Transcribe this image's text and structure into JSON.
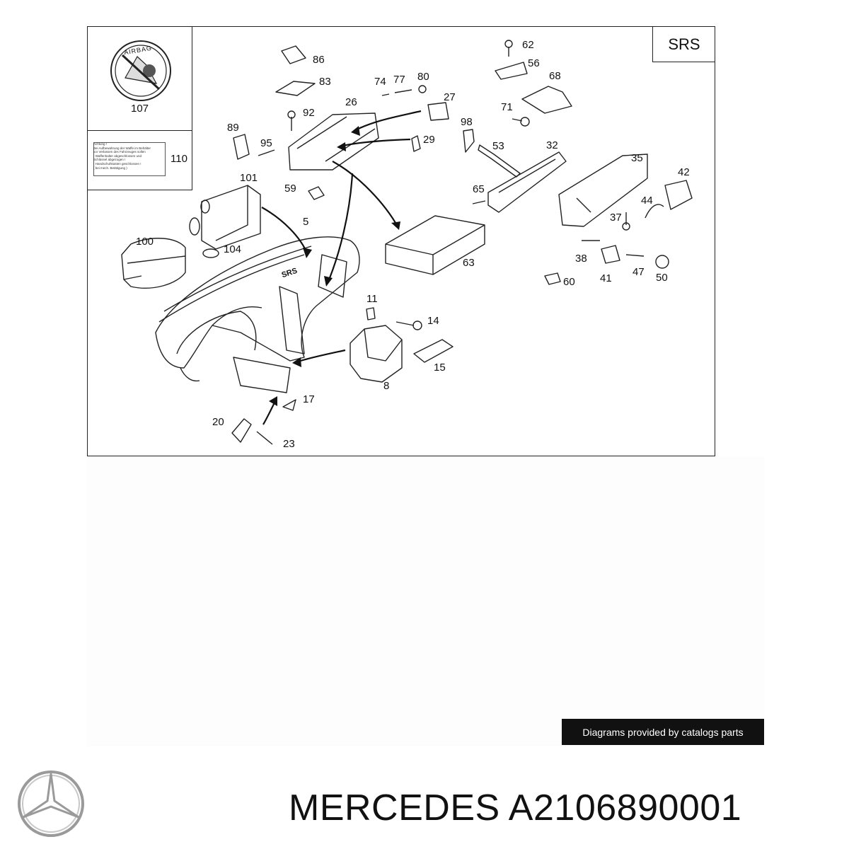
{
  "diagram": {
    "system_tag": "SRS",
    "inset_airbag": {
      "icon": "airbag-warning-icon",
      "symbol_text": "AIRBAG",
      "part_no": "107"
    },
    "inset_label": {
      "part_no": "110",
      "sticker_lines": [
        "Achtung !",
        "Bei Aufbewahrung der Waffe im Behälter",
        "vor Verlassen des Fahrzeuges sollen",
        "- Waffenhalter abgeschlossen und",
        "  Schlüssel abgezogen !",
        "- Handschuhkasten geschlossen !",
        "  ( bei mech. Betätigung )"
      ]
    },
    "dash_emblem": "SRS",
    "callouts": [
      "5",
      "8",
      "11",
      "14",
      "15",
      "17",
      "20",
      "23",
      "26",
      "27",
      "29",
      "32",
      "35",
      "37",
      "38",
      "41",
      "42",
      "44",
      "47",
      "50",
      "53",
      "56",
      "59",
      "60",
      "62",
      "63",
      "65",
      "68",
      "71",
      "74",
      "77",
      "80",
      "83",
      "86",
      "89",
      "92",
      "95",
      "98",
      "100",
      "101",
      "104"
    ]
  },
  "credit": "Diagrams provided by catalogs parts",
  "brand": {
    "name": "MERCEDES",
    "part_number": "A2106890001",
    "logo_icon": "mercedes-star-icon"
  }
}
